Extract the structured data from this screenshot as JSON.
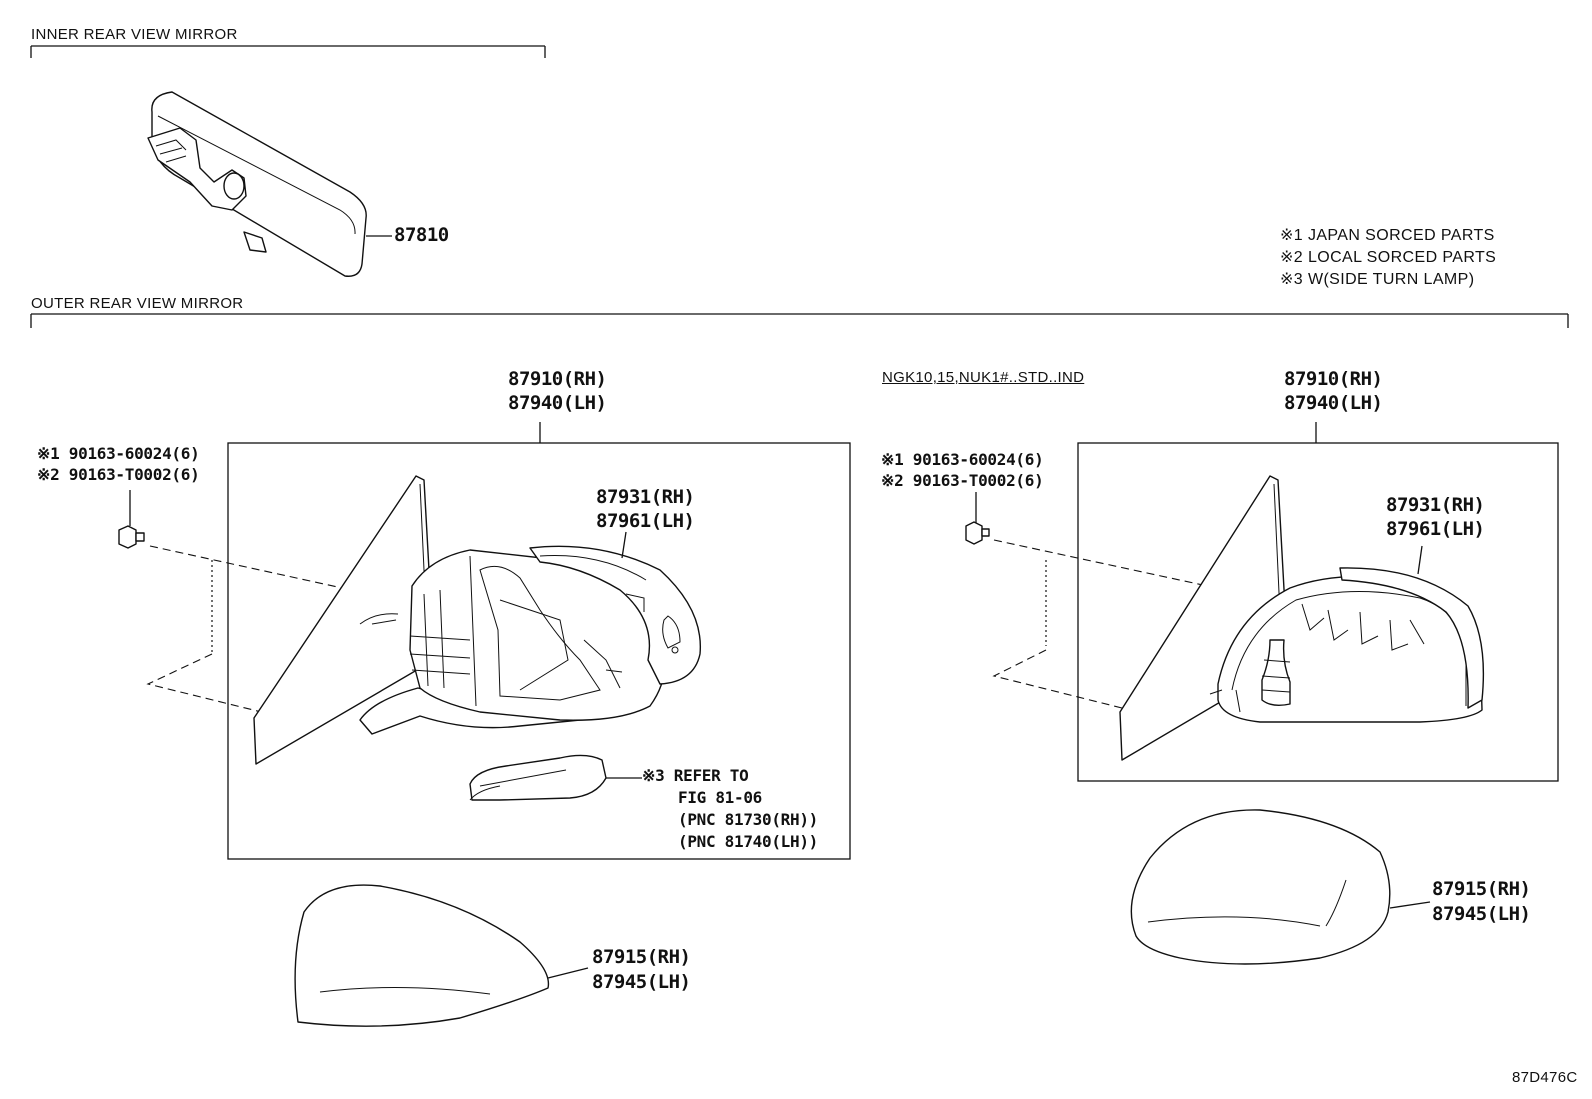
{
  "sections": {
    "inner": "INNER REAR VIEW MIRROR",
    "outer": "OUTER REAR VIEW MIRROR"
  },
  "notes": [
    "※1 JAPAN SORCED PARTS",
    "※2 LOCAL SORCED PARTS",
    "※3 W(SIDE TURN LAMP)"
  ],
  "left": {
    "assembly_rh": "87910(RH)",
    "assembly_lh": "87940(LH)",
    "screw_1": "※1 90163-60024(6)",
    "screw_2": "※2 90163-T0002(6)",
    "housing_rh": "87931(RH)",
    "housing_lh": "87961(LH)",
    "lamp_ref_1": "※3 REFER TO",
    "lamp_ref_2": "FIG 81-06",
    "lamp_ref_3": "(PNC 81730(RH))",
    "lamp_ref_4": "(PNC 81740(LH))",
    "cover_rh": "87915(RH)",
    "cover_lh": "87945(LH)"
  },
  "right": {
    "variant": "NGK10,15,NUK1#..STD..IND",
    "assembly_rh": "87910(RH)",
    "assembly_lh": "87940(LH)",
    "screw_1": "※1 90163-60024(6)",
    "screw_2": "※2 90163-T0002(6)",
    "housing_rh": "87931(RH)",
    "housing_lh": "87961(LH)",
    "cover_rh": "87915(RH)",
    "cover_lh": "87945(LH)"
  },
  "inner_part": "87810",
  "figure_code": "87D476C"
}
